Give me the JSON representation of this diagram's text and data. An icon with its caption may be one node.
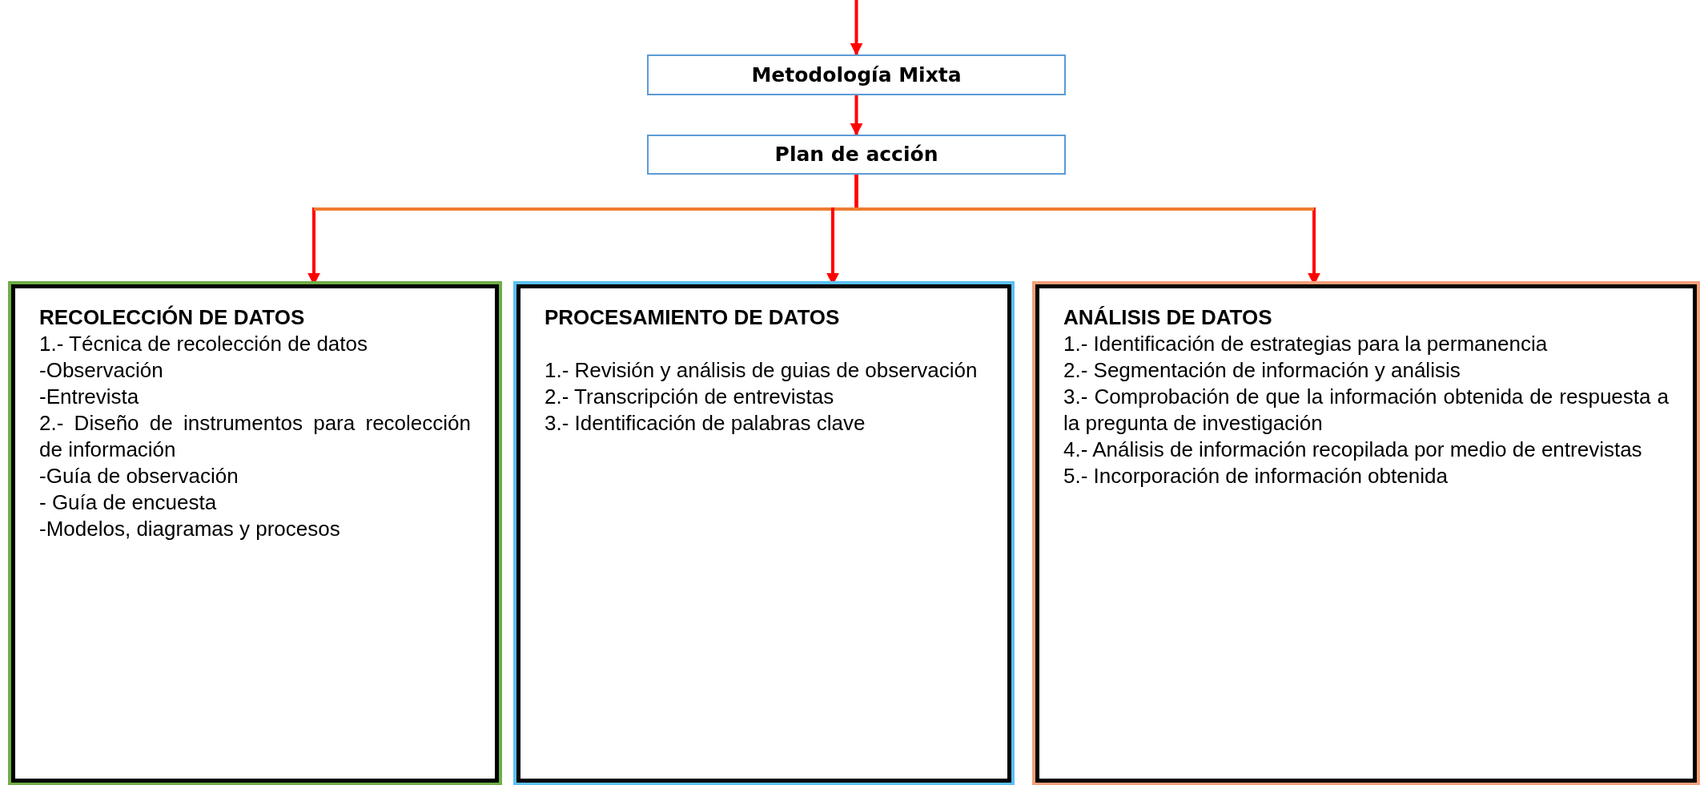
{
  "diagram": {
    "nodes": [
      {
        "text": [
          "Metodología Mixta"
        ]
      },
      {
        "text": [
          "Plan de acción"
        ]
      },
      {
        "text": [
          "RECOLECCIÓN DE DATOS",
          "1.- Técnica de recolección de datos",
          "-Observación",
          "-Entrevista",
          "2.- Diseño de instrumentos para recolección de información",
          "-Guía de observación",
          "- Guía de encuesta",
          "-Modelos, diagramas y procesos"
        ]
      },
      {
        "text": [
          "PROCESAMIENTO DE DATOS",
          "1.- Revisión y análisis de guias de observación",
          "2.- Transcripción de entrevistas",
          "3.- Identificación de palabras clave"
        ]
      },
      {
        "text": [
          "ANÁLISIS DE DATOS",
          "1.- Identificación de estrategias para la permanencia",
          "2.- Segmentación de información y análisis",
          "3.- Comprobación  de que la información obtenida de respuesta  a la pregunta de investigación",
          "4.- Análisis de información recopilada por medio de entrevistas",
          "5.- Incorporación de información obtenida"
        ]
      }
    ],
    "edges": [
      {
        "from": null,
        "to": 0,
        "arrow": "to"
      },
      {
        "from": 0,
        "to": 1,
        "arrow": "to"
      },
      {
        "from": 1,
        "to": 2,
        "arrow": "to"
      },
      {
        "from": 1,
        "to": 3,
        "arrow": "to"
      },
      {
        "from": 1,
        "to": 4,
        "arrow": "to"
      }
    ]
  }
}
